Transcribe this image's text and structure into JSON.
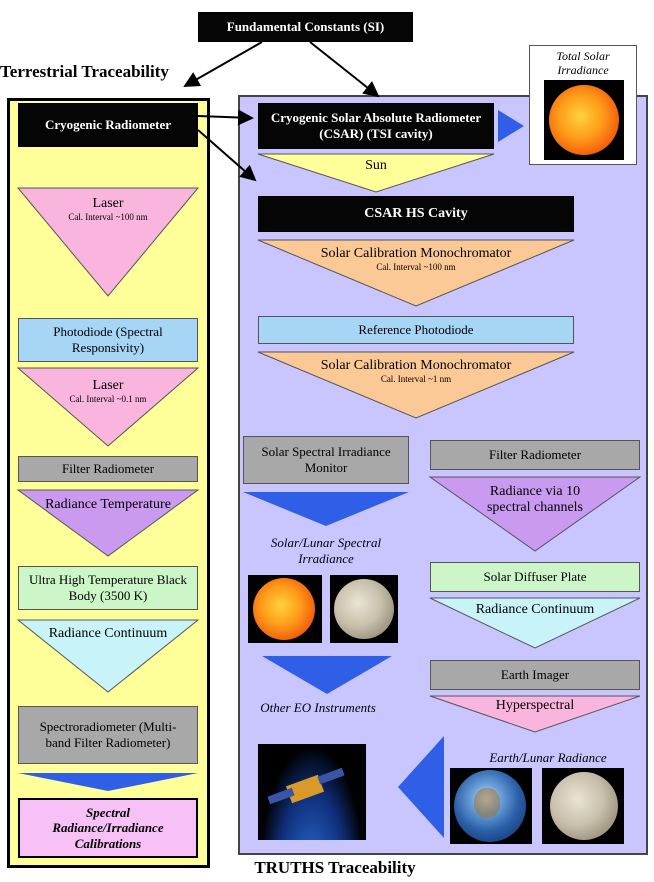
{
  "header": {
    "fundamental_constants": "Fundamental Constants (SI)",
    "terrestrial_title": "Terrestrial Traceability",
    "truths_title": "TRUTHS Traceability"
  },
  "terrestrial": {
    "cryogenic_radiometer": "Cryogenic Radiometer",
    "laser_1": {
      "label": "Laser",
      "sub": "Cal. Interval ~100 nm"
    },
    "photodiode": "Photodiode (Spectral Responsivity)",
    "laser_2": {
      "label": "Laser",
      "sub": "Cal. Interval ~0.1 nm"
    },
    "filter_radiometer": "Filter Radiometer",
    "radiance_temperature": "Radiance Temperature",
    "black_body": "Ultra High Temperature Black Body (3500 K)",
    "radiance_continuum": "Radiance Continuum",
    "spectroradiometer": "Spectroradiometer (Multi-band Filter Radiometer)",
    "calibrations": "Spectral Radiance/Irradiance Calibrations"
  },
  "truths": {
    "csar": "Cryogenic Solar Absolute Radiometer (CSAR) (TSI cavity)",
    "total_solar_irradiance": "Total Solar Irradiance",
    "sun": "Sun",
    "csar_hs_cavity": "CSAR HS Cavity",
    "mono_1": {
      "label": "Solar Calibration Monochromator",
      "sub": "Cal. Interval ~100 nm"
    },
    "reference_photodiode": "Reference Photodiode",
    "mono_2": {
      "label": "Solar Calibration Monochromator",
      "sub": "Cal. Interval ~1 nm"
    },
    "ssim": "Solar Spectral Irradiance Monitor",
    "filter_radiometer": "Filter Radiometer",
    "radiance_10_channels": "Radiance via 10 spectral channels",
    "solar_lunar_irradiance": "Solar/Lunar Spectral Irradiance",
    "solar_diffuser_plate": "Solar Diffuser Plate",
    "radiance_continuum": "Radiance Continuum",
    "earth_imager": "Earth Imager",
    "hyperspectral": "Hyperspectral",
    "other_eo": "Other EO Instruments",
    "earth_lunar_radiance": "Earth/Lunar Radiance"
  },
  "colors": {
    "terrestrial_panel": "#ffff99",
    "truths_panel": "#c9c6ff",
    "pink": "#f9b5dd",
    "violet": "#c99af0",
    "cyan": "#c8f4f9",
    "peach": "#fbc996",
    "blue_arrow": "#2f5fe6",
    "yellow_triangle": "#ffff99"
  }
}
